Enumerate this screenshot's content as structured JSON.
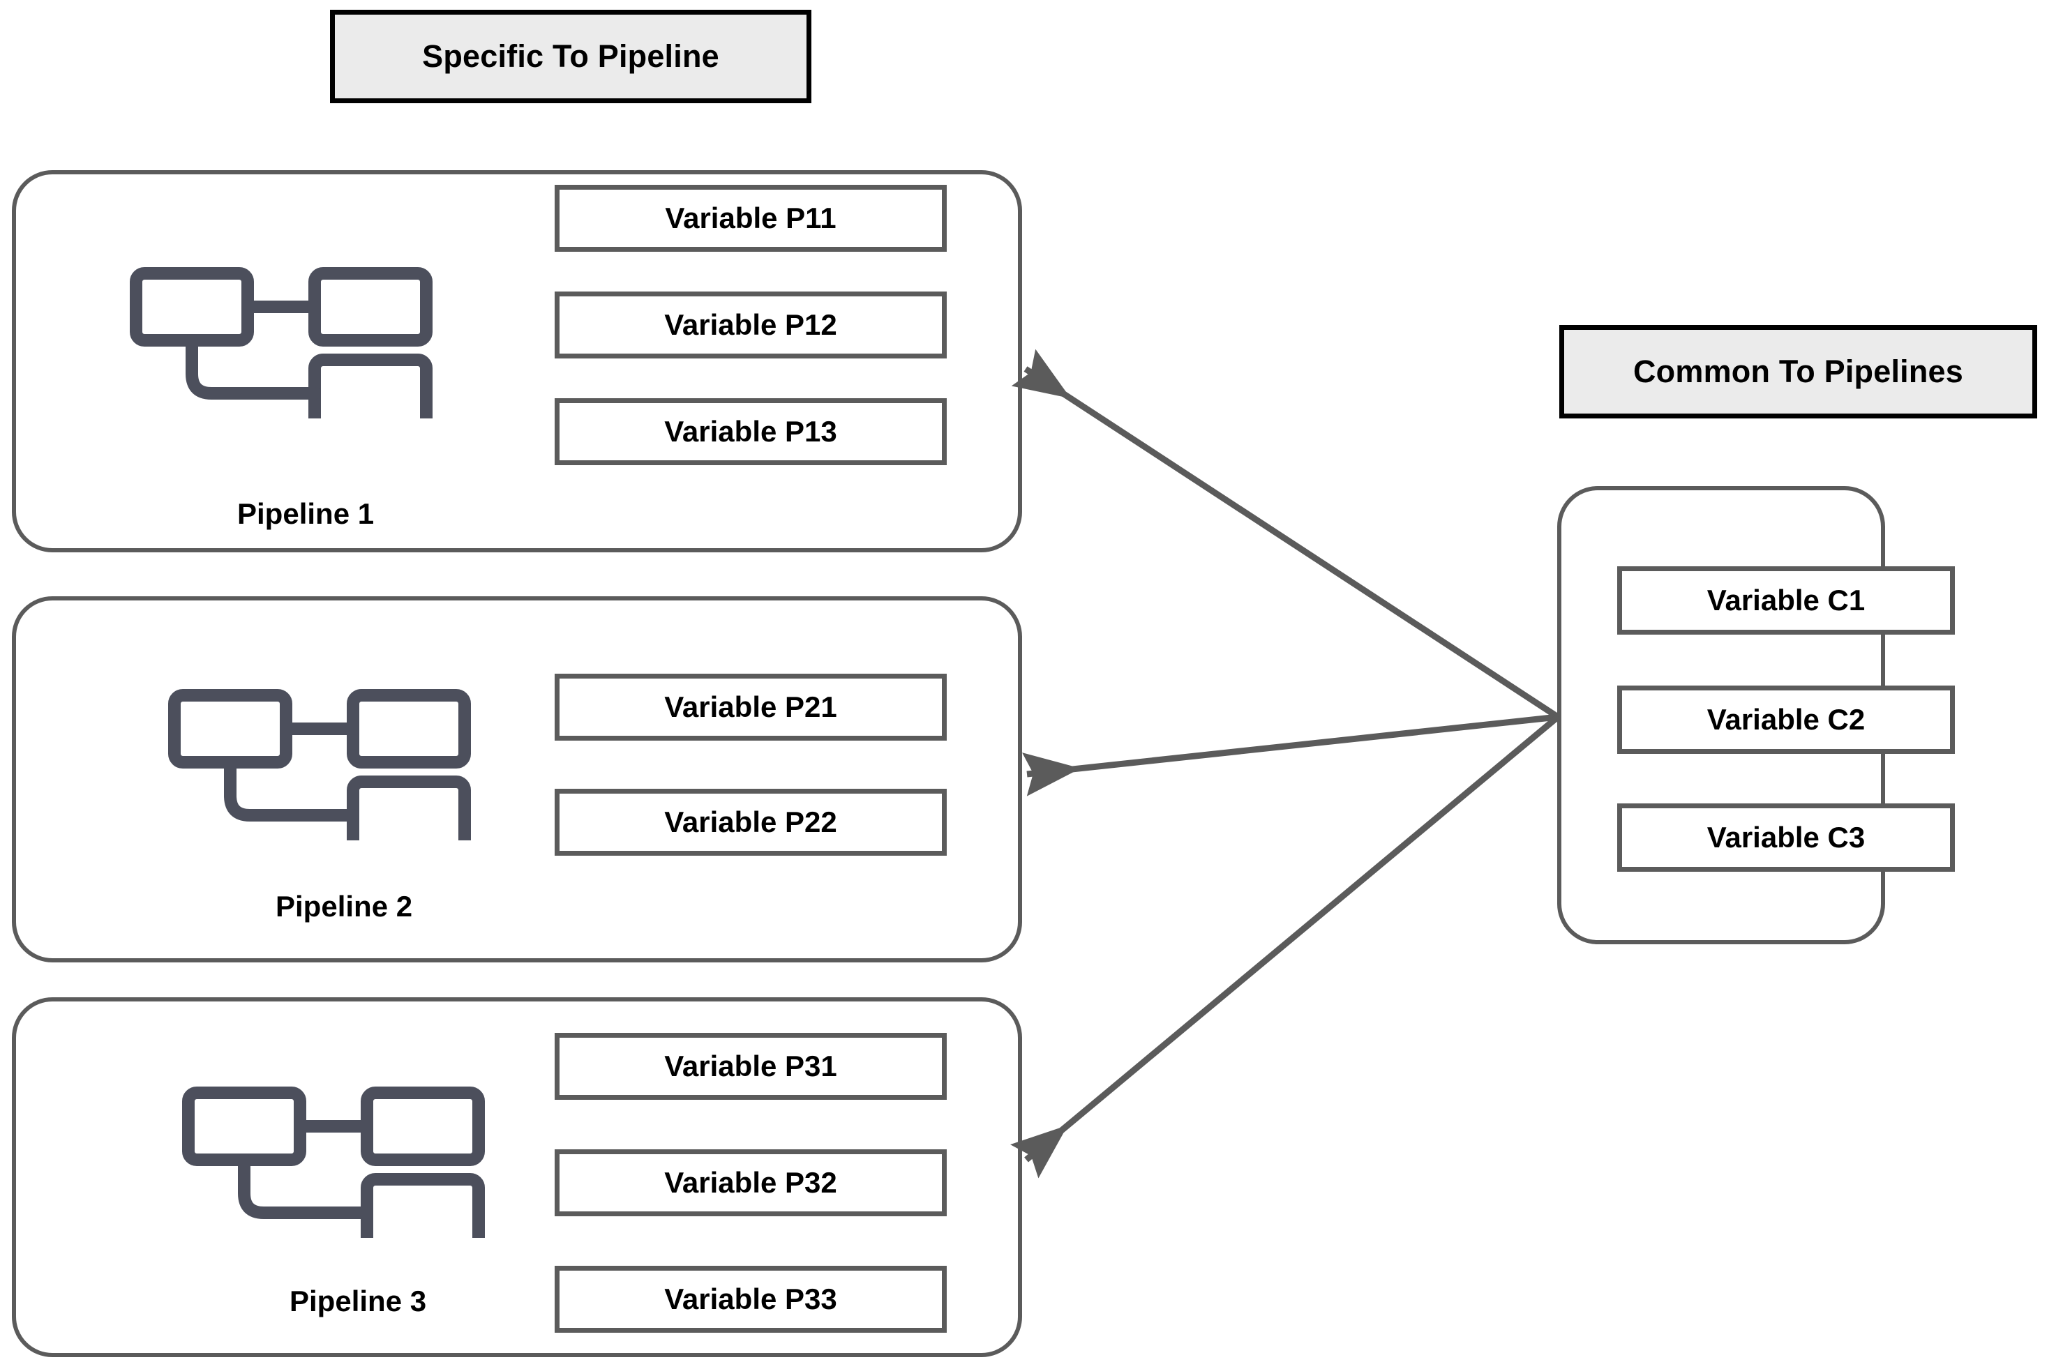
{
  "diagram": {
    "headers": {
      "specific": "Specific To Pipeline",
      "common": "Common To Pipelines"
    },
    "colors": {
      "panel_border": "#5b5b5b",
      "chip_border": "#5b5b5b",
      "title_border": "#000000",
      "title_fill": "#ebebeb",
      "icon": "#4c4f5c",
      "arrow": "#5b5b5b",
      "text": "#000000",
      "background": "#ffffff"
    },
    "pipelines": [
      {
        "label": "Pipeline 1",
        "icon": "pipeline-hierarchy-icon",
        "variables": [
          {
            "label": "Variable P11"
          },
          {
            "label": "Variable P12"
          },
          {
            "label": "Variable P13"
          }
        ]
      },
      {
        "label": "Pipeline 2",
        "icon": "pipeline-hierarchy-icon",
        "variables": [
          {
            "label": "Variable P21"
          },
          {
            "label": "Variable P22"
          }
        ]
      },
      {
        "label": "Pipeline 3",
        "icon": "pipeline-hierarchy-icon",
        "variables": [
          {
            "label": "Variable P31"
          },
          {
            "label": "Variable P32"
          },
          {
            "label": "Variable P33"
          }
        ]
      }
    ],
    "common": {
      "variables": [
        {
          "label": "Variable C1"
        },
        {
          "label": "Variable C2"
        },
        {
          "label": "Variable C3"
        }
      ]
    },
    "arrows": [
      {
        "name": "arrow-common-to-pipeline-1",
        "from": "common-panel",
        "to": "pipeline-1"
      },
      {
        "name": "arrow-common-to-pipeline-2",
        "from": "common-panel",
        "to": "pipeline-2"
      },
      {
        "name": "arrow-common-to-pipeline-3",
        "from": "common-panel",
        "to": "pipeline-3"
      }
    ]
  }
}
